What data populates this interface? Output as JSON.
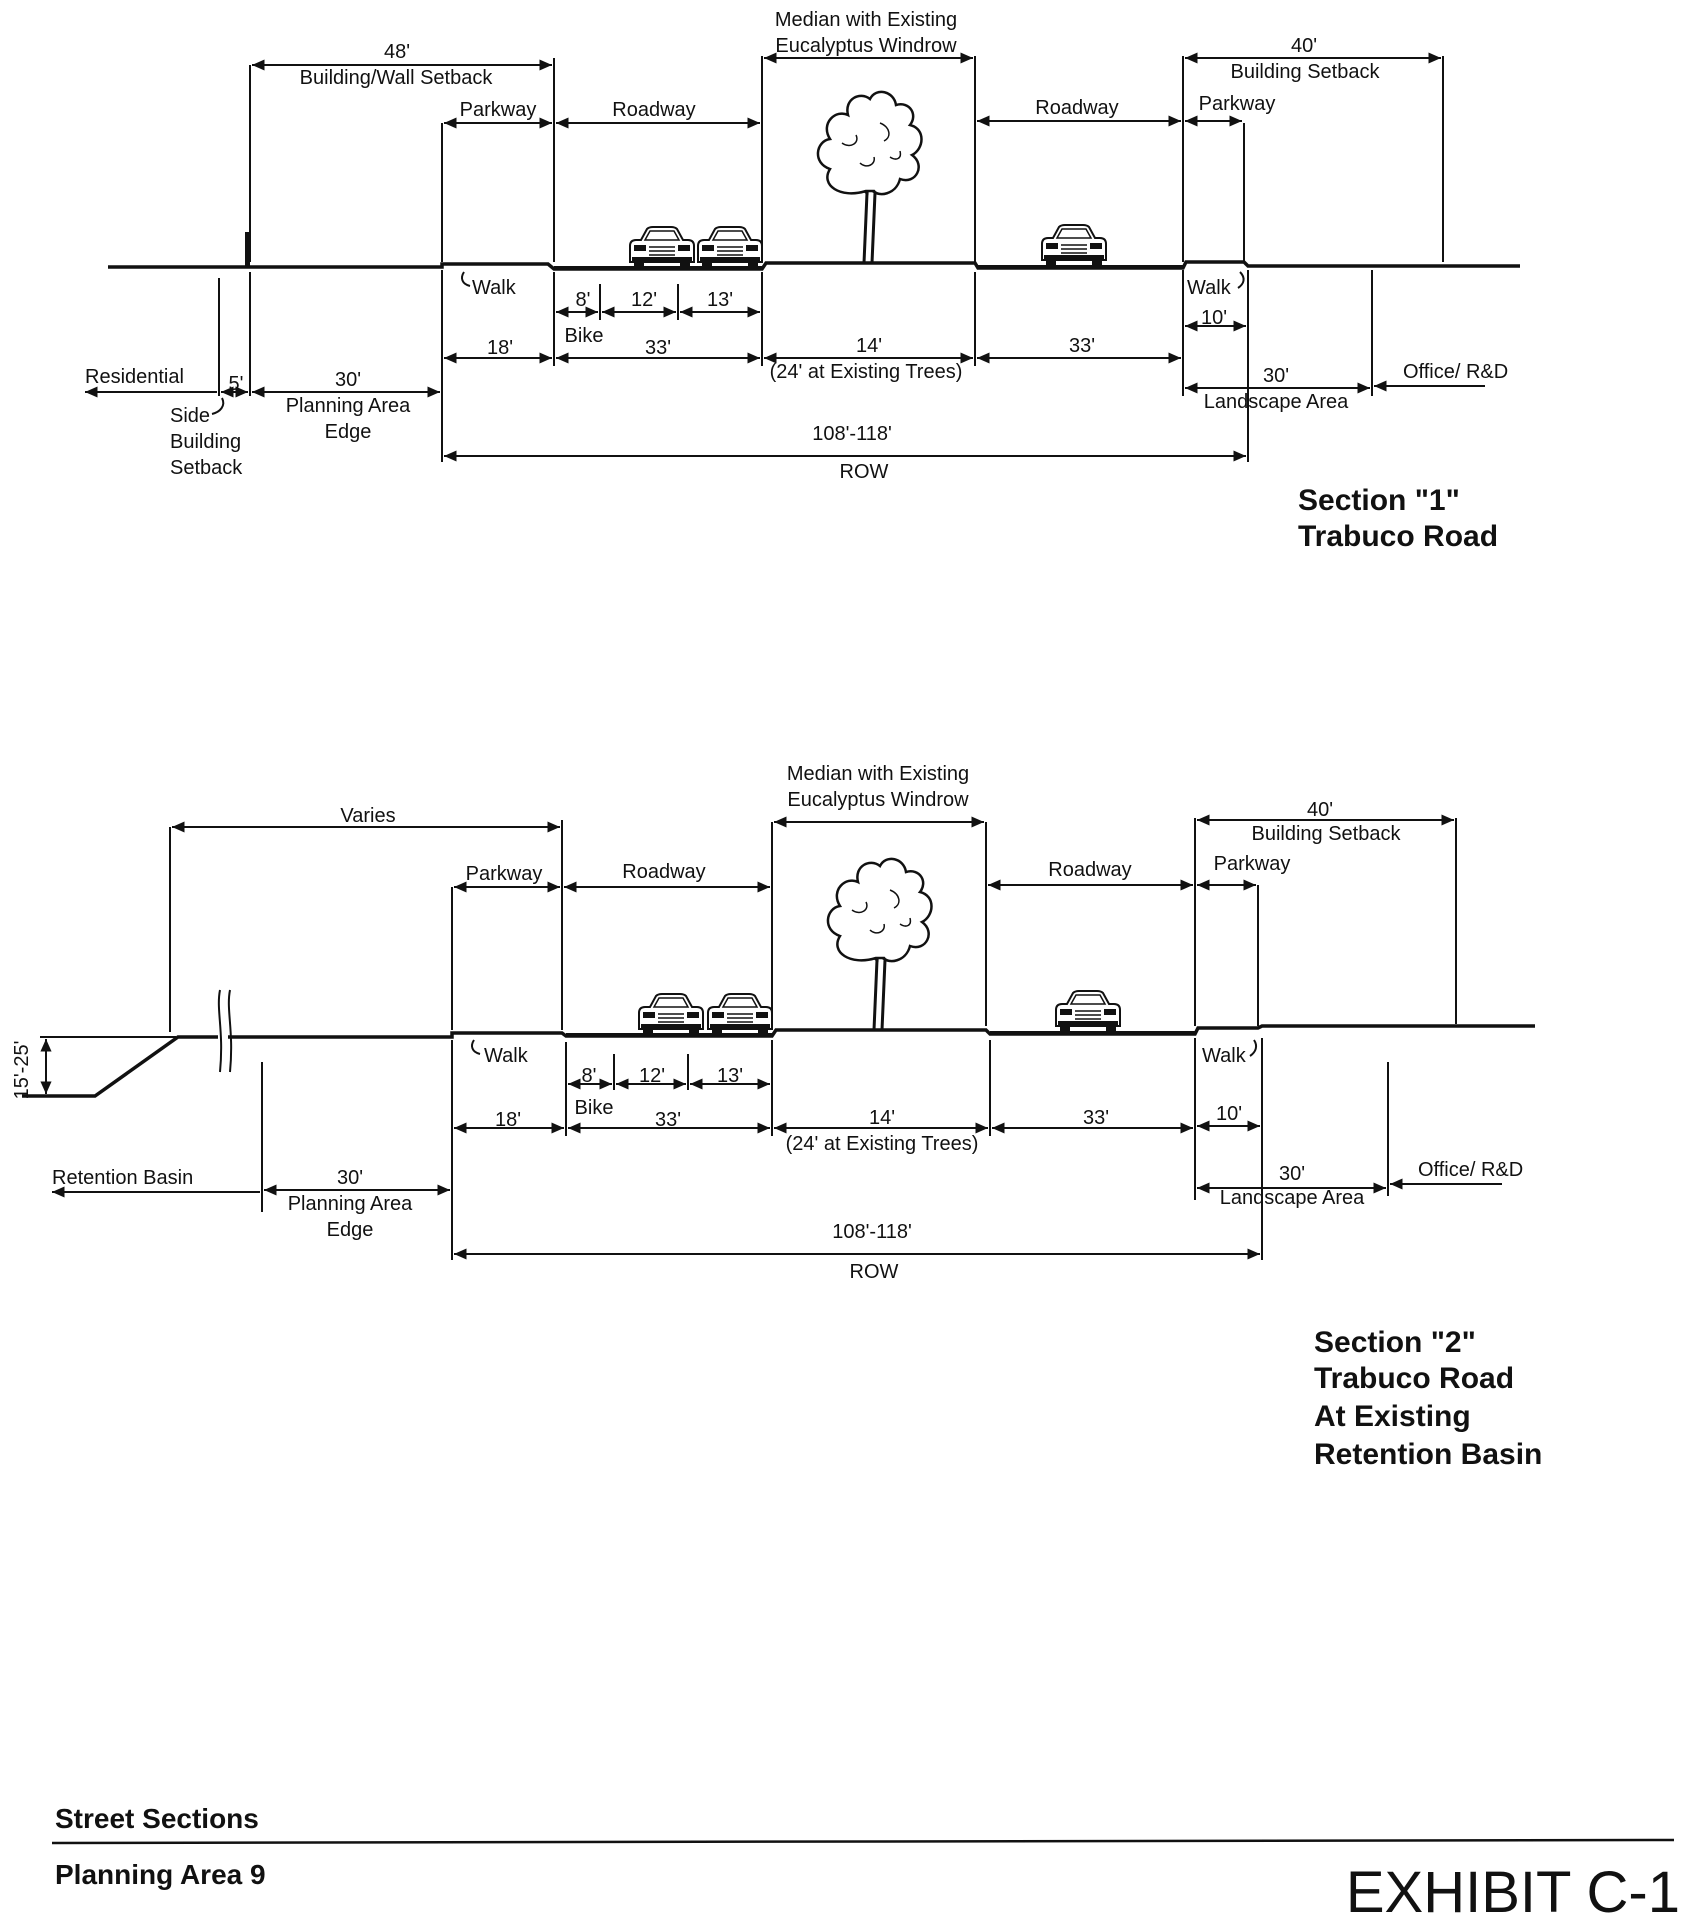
{
  "section1": {
    "title_line1": "Section \"1\"",
    "title_line2": "Trabuco Road",
    "median_line1": "Median with Existing",
    "median_line2": "Eucalyptus Windrow",
    "left_setback_dim": "48'",
    "left_setback_label": "Building/Wall Setback",
    "right_setback_dim": "40'",
    "right_setback_label": "Building Setback",
    "parkway_left": "Parkway",
    "parkway_right": "Parkway",
    "roadway_left": "Roadway",
    "roadway_right": "Roadway",
    "walk_left": "Walk",
    "walk_right": "Walk",
    "dim_8": "8'",
    "dim_12": "12'",
    "dim_13": "13'",
    "bike": "Bike",
    "dim_18": "18'",
    "dim_33_left": "33'",
    "dim_14": "14'",
    "dim_14_note": "(24' at Existing Trees)",
    "dim_33_right": "33'",
    "dim_10": "10'",
    "residential": "Residential",
    "dim_5": "5'",
    "side_setback_1": "Side",
    "side_setback_2": "Building",
    "side_setback_3": "Setback",
    "dim_30_left": "30'",
    "planning_edge_1": "Planning Area",
    "planning_edge_2": "Edge",
    "dim_30_right": "30'",
    "landscape_area": "Landscape Area",
    "office": "Office/ R&D",
    "row_dim": "108'-118'",
    "row_label": "ROW"
  },
  "section2": {
    "title_line1": "Section \"2\"",
    "title_line2": "Trabuco Road",
    "title_line3": "At Existing",
    "title_line4": "Retention Basin",
    "median_line1": "Median with Existing",
    "median_line2": "Eucalyptus Windrow",
    "varies": "Varies",
    "right_setback_dim": "40'",
    "right_setback_label": "Building Setback",
    "parkway_left": "Parkway",
    "parkway_right": "Parkway",
    "roadway_left": "Roadway",
    "roadway_right": "Roadway",
    "walk_left": "Walk",
    "walk_right": "Walk",
    "height": "15'-25'",
    "dim_8": "8'",
    "dim_12": "12'",
    "dim_13": "13'",
    "bike": "Bike",
    "dim_18": "18'",
    "dim_33_left": "33'",
    "dim_14": "14'",
    "dim_14_note": "(24' at Existing Trees)",
    "dim_33_right": "33'",
    "dim_10": "10'",
    "retention": "Retention Basin",
    "dim_30_left": "30'",
    "planning_edge_1": "Planning Area",
    "planning_edge_2": "Edge",
    "dim_30_right": "30'",
    "landscape_area": "Landscape Area",
    "office": "Office/ R&D",
    "row_dim": "108'-118'",
    "row_label": "ROW"
  },
  "footer": {
    "street_sections": "Street Sections",
    "planning_area": "Planning Area 9",
    "exhibit": "EXHIBIT C-1"
  }
}
